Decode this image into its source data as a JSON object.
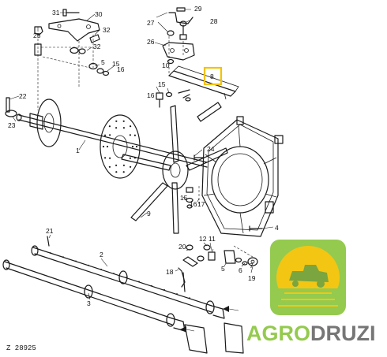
{
  "diagram": {
    "drawing_code": "Z 28925",
    "highlight_color": "#f2c200",
    "callouts": [
      {
        "id": "c31",
        "label": "31"
      },
      {
        "id": "c30",
        "label": "30"
      },
      {
        "id": "c25",
        "label": "25"
      },
      {
        "id": "c32a",
        "label": "32"
      },
      {
        "id": "c32b",
        "label": "32"
      },
      {
        "id": "c5",
        "label": "5"
      },
      {
        "id": "c15",
        "label": "15"
      },
      {
        "id": "c16a",
        "label": "16"
      },
      {
        "id": "c29",
        "label": "29"
      },
      {
        "id": "c27",
        "label": "27"
      },
      {
        "id": "c28",
        "label": "28"
      },
      {
        "id": "c26",
        "label": "26"
      },
      {
        "id": "c10",
        "label": "10"
      },
      {
        "id": "c8",
        "label": "8"
      },
      {
        "id": "c22",
        "label": "22"
      },
      {
        "id": "c23",
        "label": "23"
      },
      {
        "id": "c16b",
        "label": "16"
      },
      {
        "id": "c15b",
        "label": "15"
      },
      {
        "id": "c24",
        "label": "24"
      },
      {
        "id": "c1",
        "label": "1"
      },
      {
        "id": "c9",
        "label": "9"
      },
      {
        "id": "c15c",
        "label": "15"
      },
      {
        "id": "c16c",
        "label": "16"
      },
      {
        "id": "c17",
        "label": "17"
      },
      {
        "id": "c4",
        "label": "4"
      },
      {
        "id": "c21",
        "label": "21"
      },
      {
        "id": "c2",
        "label": "2"
      },
      {
        "id": "c20",
        "label": "20"
      },
      {
        "id": "c12",
        "label": "12"
      },
      {
        "id": "c11",
        "label": "11"
      },
      {
        "id": "c18",
        "label": "18"
      },
      {
        "id": "c5b",
        "label": "5"
      },
      {
        "id": "c6",
        "label": "6"
      },
      {
        "id": "c7",
        "label": "7"
      },
      {
        "id": "c19",
        "label": "19"
      },
      {
        "id": "c3",
        "label": "3"
      }
    ]
  },
  "watermark": {
    "brand_part_a": "AGRO",
    "brand_part_b": "DRUZI",
    "logo_green": "#8cc63f",
    "logo_yellow": "#f2c200",
    "logo_gray": "#6b6b6b"
  }
}
